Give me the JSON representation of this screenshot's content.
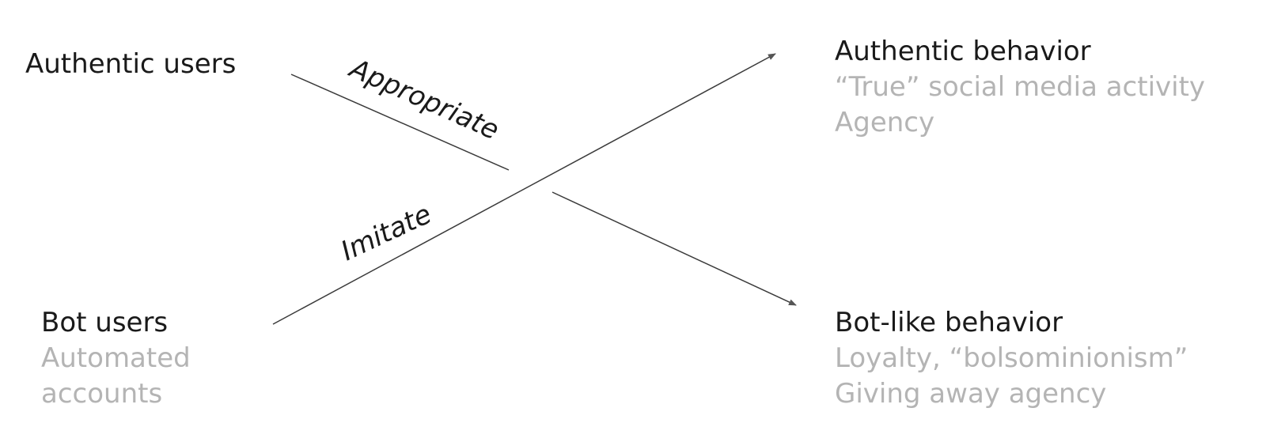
{
  "left": {
    "authentic_users": {
      "title": "Authentic users"
    },
    "bot_users": {
      "title": "Bot users",
      "subtitle_lines": [
        "Automated",
        "accounts"
      ]
    }
  },
  "right": {
    "authentic_behavior": {
      "title": "Authentic behavior",
      "subtitle_lines": [
        "“True” social media activity",
        "Agency"
      ]
    },
    "botlike_behavior": {
      "title": "Bot-like behavior",
      "subtitle_lines": [
        "Loyalty, “bolsominionism”",
        "Giving away agency"
      ]
    }
  },
  "edges": {
    "appropriate": {
      "label": "Appropriate"
    },
    "imitate": {
      "label": "Imitate"
    }
  },
  "colors": {
    "primary_text": "#1a1a1a",
    "secondary_text": "#b4b4b4",
    "line": "#3a3a3a"
  }
}
